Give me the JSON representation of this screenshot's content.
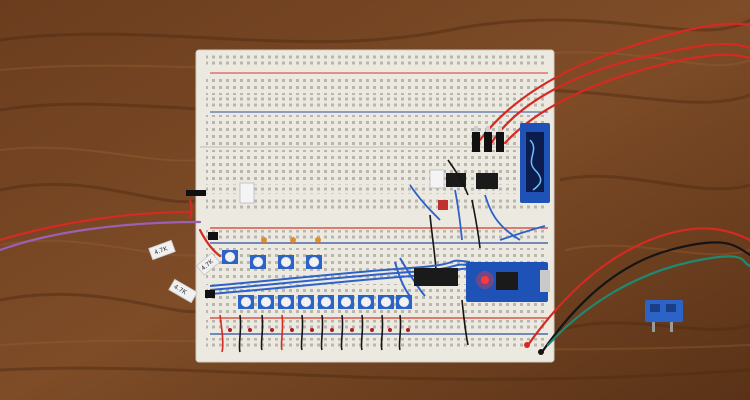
{
  "scene": {
    "labels": {
      "tag_top": "4.7K",
      "tag_mid": "4.7K",
      "tag_left": "4.7K"
    },
    "colors": {
      "wood_dark": "#5e3418",
      "wood_mid": "#7a4a26",
      "wood_light": "#8e5a30",
      "breadboard": "#ece9e1",
      "rail_red": "#d23a2e",
      "rail_blue": "#2f4f9a",
      "wire_red": "#d42a22",
      "wire_blue": "#2e62c9",
      "wire_black": "#151515",
      "wire_green": "#1d8a73",
      "wire_purple": "#9b5fb4",
      "pcb_blue": "#1f52b6",
      "terminal_blue": "#2b63c7",
      "led_red": "#ff3a3a"
    },
    "icons": [
      "breadboard-image",
      "arduino-nano-icon",
      "oled-display-icon",
      "potentiometer-icon",
      "screw-terminal-icon"
    ]
  }
}
